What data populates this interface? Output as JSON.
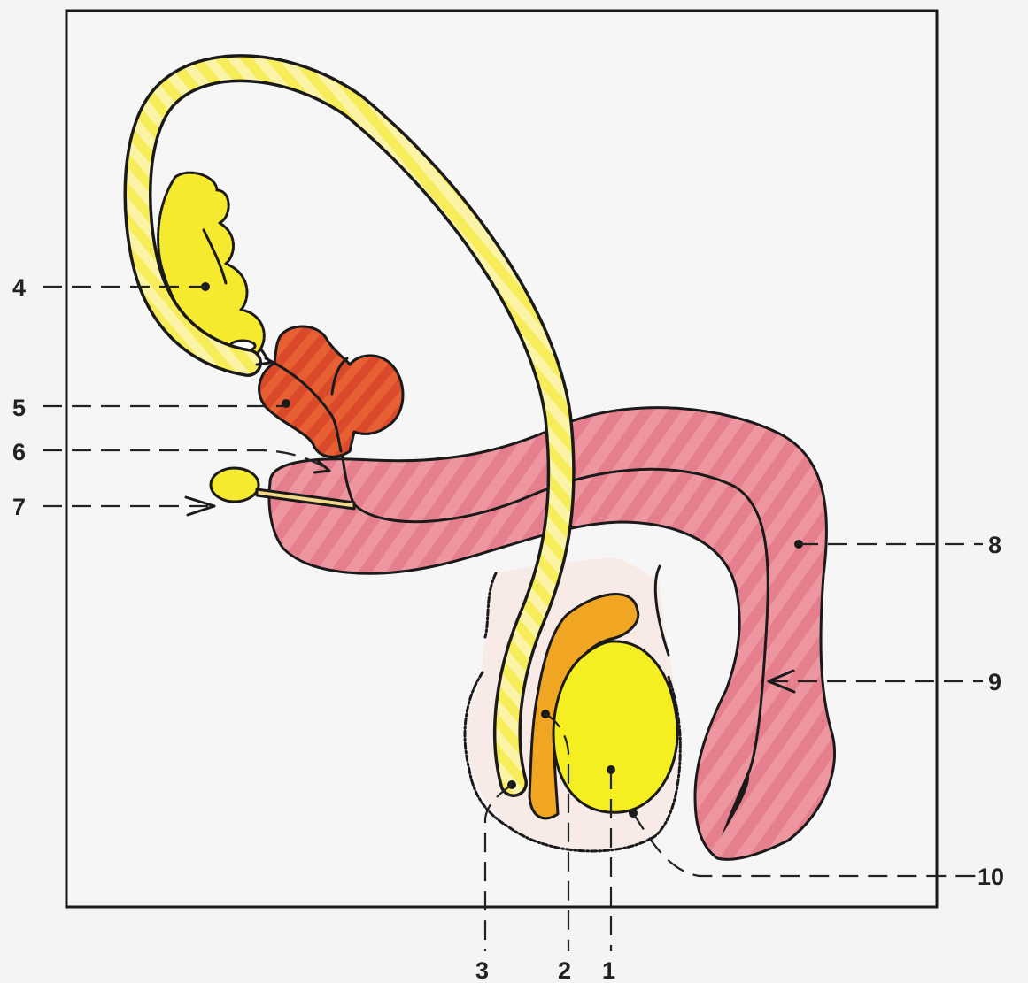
{
  "labels": [
    {
      "id": "1",
      "text": "1"
    },
    {
      "id": "2",
      "text": "2"
    },
    {
      "id": "3",
      "text": "3"
    },
    {
      "id": "4",
      "text": "4"
    },
    {
      "id": "5",
      "text": "5"
    },
    {
      "id": "6",
      "text": "6"
    },
    {
      "id": "7",
      "text": "7"
    },
    {
      "id": "8",
      "text": "8"
    },
    {
      "id": "9",
      "text": "9"
    },
    {
      "id": "10",
      "text": "10"
    }
  ],
  "colors": {
    "background": "#f4f4f4",
    "frame": "#1a1a1a",
    "vas_deferens": "#f3e36a",
    "seminal_vesicle": "#f6ea2e",
    "prostate": "#e2542e",
    "urethra_body": "#ec8f9a",
    "testis": "#f5ef22",
    "epididymis": "#f0a623",
    "scrotum": "#f8ebe7",
    "outline": "#1a1a1a"
  }
}
